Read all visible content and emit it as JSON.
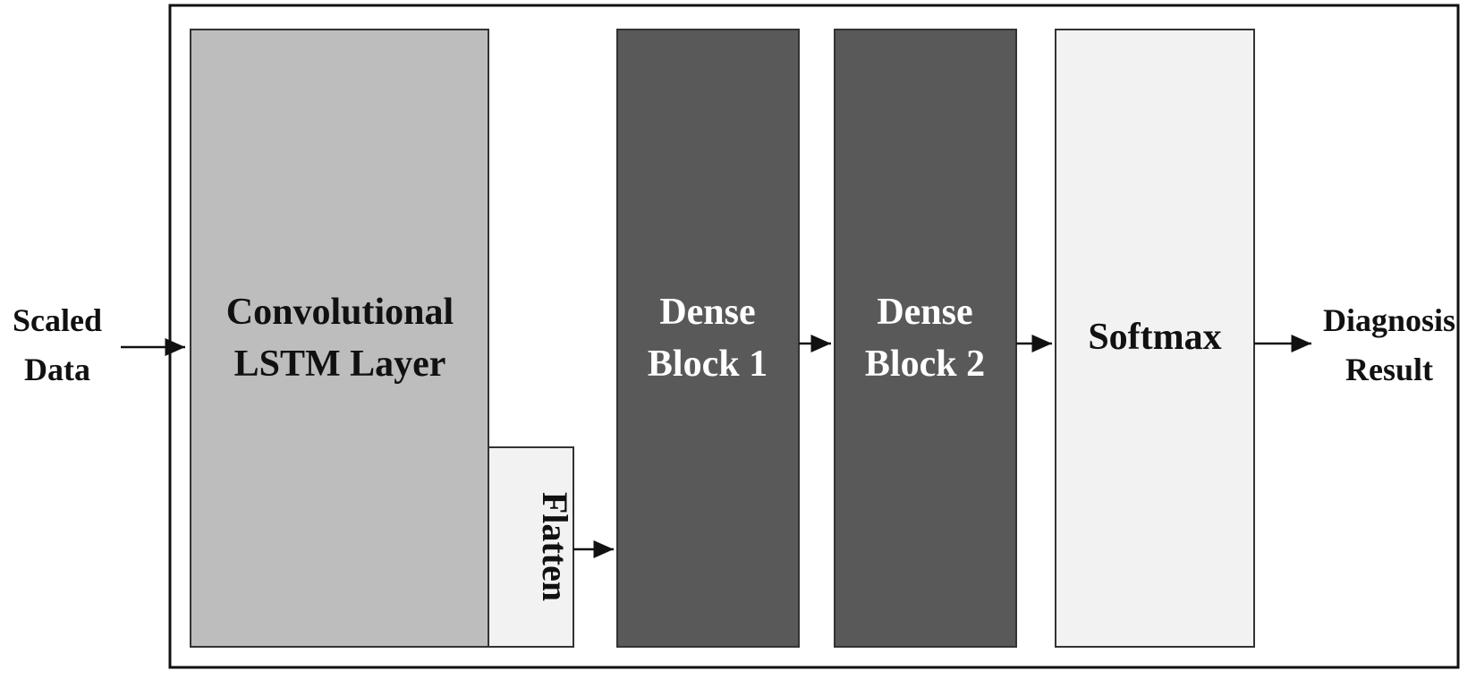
{
  "diagram": {
    "input_label": [
      "Scaled",
      "Data"
    ],
    "output_label": [
      "Diagnosis",
      "Result"
    ],
    "blocks": {
      "conv_lstm": {
        "lines": [
          "Convolutional",
          "LSTM Layer"
        ],
        "fill": "#bdbdbd",
        "text_color": "#111111"
      },
      "flatten": {
        "label": "Flatten",
        "fill": "#f2f2f2",
        "text_color": "#111111"
      },
      "dense1": {
        "lines": [
          "Dense",
          "Block 1"
        ],
        "fill": "#595959",
        "text_color": "#ffffff"
      },
      "dense2": {
        "lines": [
          "Dense",
          "Block 2"
        ],
        "fill": "#595959",
        "text_color": "#ffffff"
      },
      "softmax": {
        "label": "Softmax",
        "fill": "#f2f2f2",
        "text_color": "#111111"
      }
    },
    "stroke_color": "#111111"
  }
}
